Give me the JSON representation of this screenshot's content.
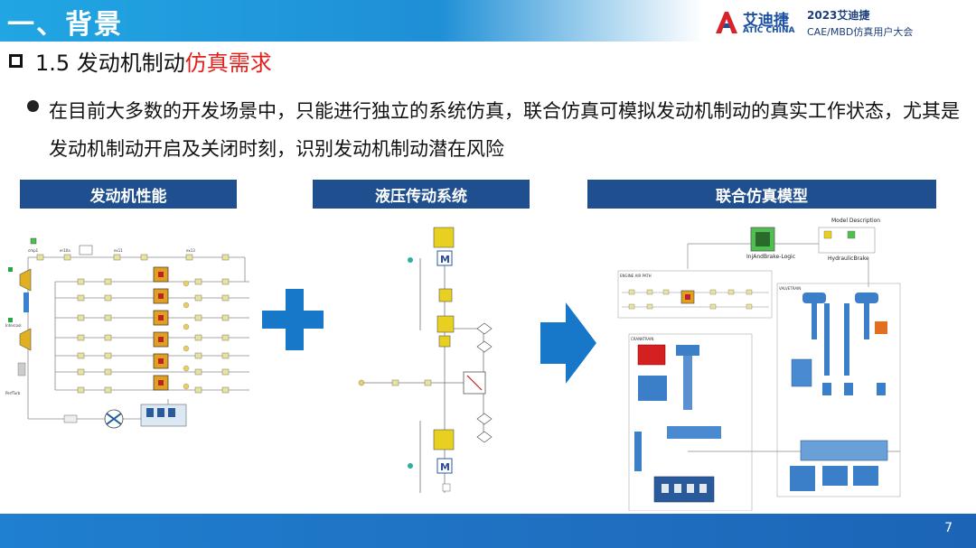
{
  "header": {
    "title": "一、背景",
    "logo_text_cn": "艾迪捷",
    "logo_text_en": "ATIC CHINA",
    "conference_line1": "2023艾迪捷",
    "conference_line2": "CAE/MBD仿真用户大会"
  },
  "section": {
    "heading_black": "1.5 发动机制动",
    "heading_red": "仿真需求"
  },
  "bullet": {
    "text": "在目前大多数的开发场景中，只能进行独立的系统仿真，联合仿真可模拟发动机制动的真实工作状态，尤其是发动机制动开启及关闭时刻，识别发动机制动潜在风险"
  },
  "panels": {
    "engine_label": "发动机性能",
    "hydraulic_label": "液压传动系统",
    "cosim_label": "联合仿真模型"
  },
  "cosim_diagram": {
    "model_description": "Model Description",
    "inj_logic": "InjAndBrake-Logic",
    "hydraulic_brake": "HydraulicBrake",
    "engine_air_path": "ENGINE AIR PATH",
    "valvetrain": "VALVETRAIN",
    "cranktrain": "CRANKTRAIN"
  },
  "colors": {
    "accent": "#1f4f8f",
    "header_blue": "#21a6e3",
    "highlight_red": "#e0201b",
    "plus_blue": "#1778c9"
  },
  "footer": {
    "page_number": "7"
  }
}
